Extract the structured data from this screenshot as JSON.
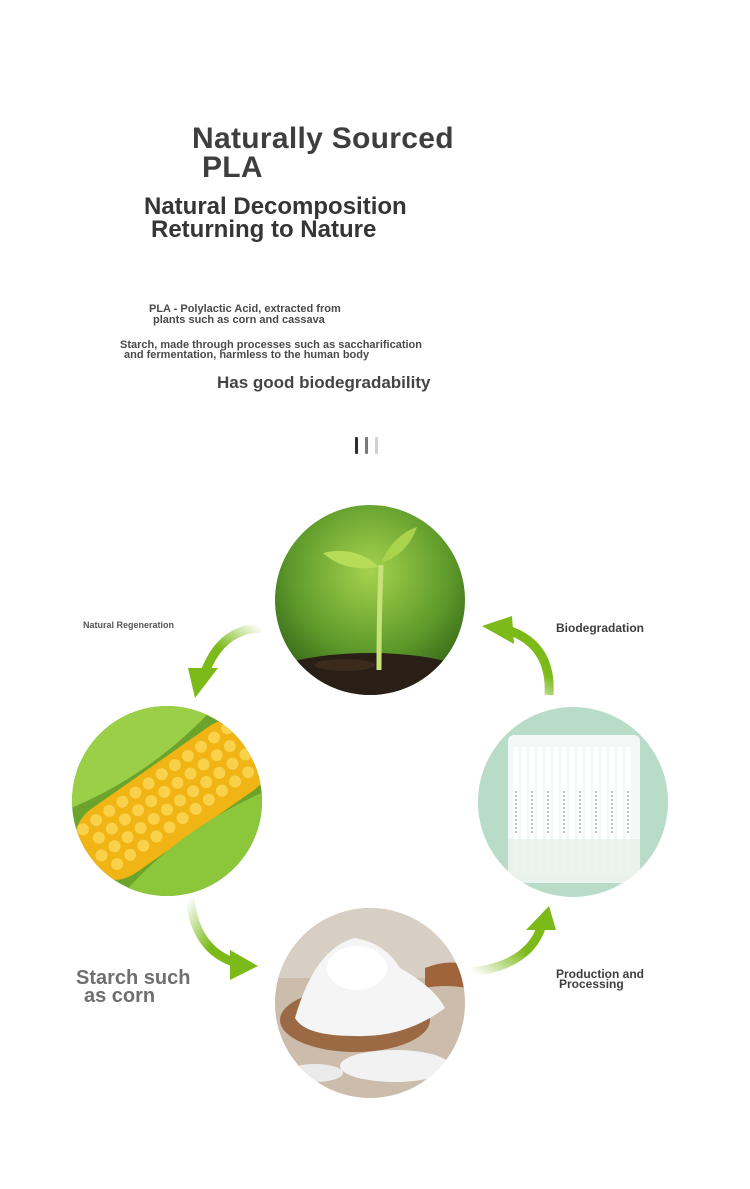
{
  "heading": {
    "line1": "Naturally Sourced",
    "line2": "PLA",
    "line3": "Natural Decomposition",
    "line4": "Returning to Nature"
  },
  "description": {
    "pla_line1": "PLA - Polylactic Acid, extracted from",
    "pla_line2": "plants such as corn and cassava",
    "starch_line1": "Starch, made through processes such as saccharification",
    "starch_line2": "and fermentation, harmless to the human body",
    "highlight": "Has good biodegradability"
  },
  "cycle": {
    "natural_regeneration": "Natural Regeneration",
    "biodegradation": "Biodegradation",
    "starch_line1": "Starch such",
    "starch_line2": "as corn",
    "production_line1": "Production and",
    "production_line2": "Processing"
  },
  "colors": {
    "arrow_green": "#7cba1a",
    "text_dark": "#3e3e3e"
  },
  "icons": [
    "sprout-image",
    "corn-image",
    "starch-powder-image",
    "straw-package-image",
    "cycle-arrow-icon"
  ]
}
